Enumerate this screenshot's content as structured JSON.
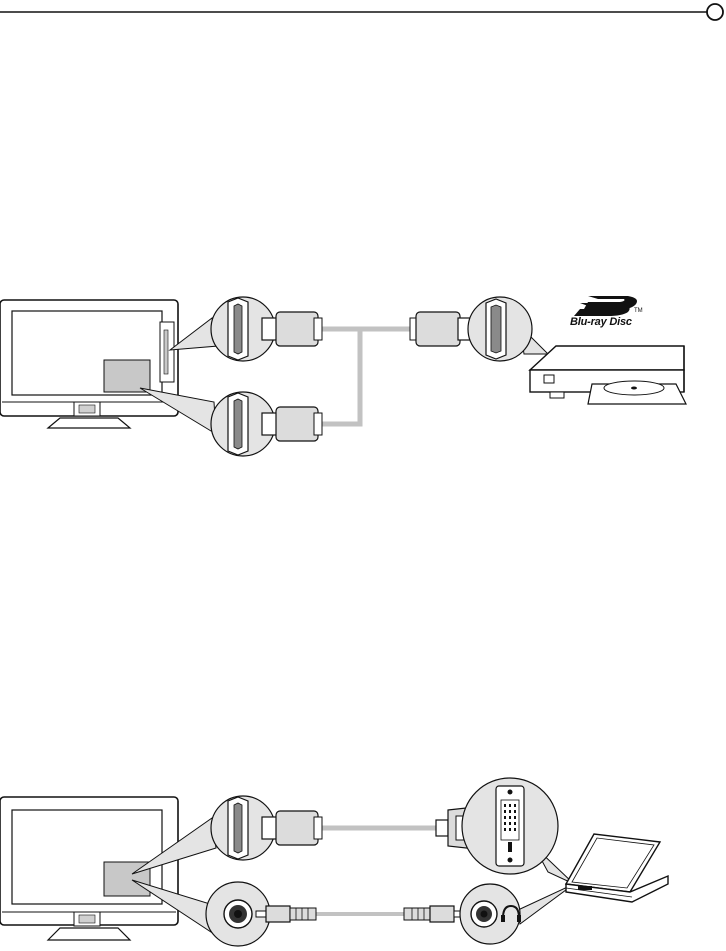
{
  "figures": [
    {
      "id": "hdmi-to-bluray"
    },
    {
      "id": "hdmi-dvi-to-laptop"
    }
  ],
  "brand": {
    "logo_text": "Blu-ray Disc",
    "trademark": "TM"
  },
  "colors": {
    "line": "#111111",
    "cable": "#c2c2c2",
    "connector_fill": "#dcdcdc",
    "panel_fill": "#c8c8c8",
    "callout_fill": "#e4e4e4",
    "port_fill": "#8a8a8a"
  },
  "icons": [
    "tv-icon",
    "hdmi-port-icon",
    "hdmi-plug-icon",
    "bluray-player-icon",
    "dvi-plug-icon",
    "dvi-port-icon",
    "laptop-icon",
    "audio-jack-icon",
    "headphone-icon",
    "blu-ray-logo-icon"
  ]
}
